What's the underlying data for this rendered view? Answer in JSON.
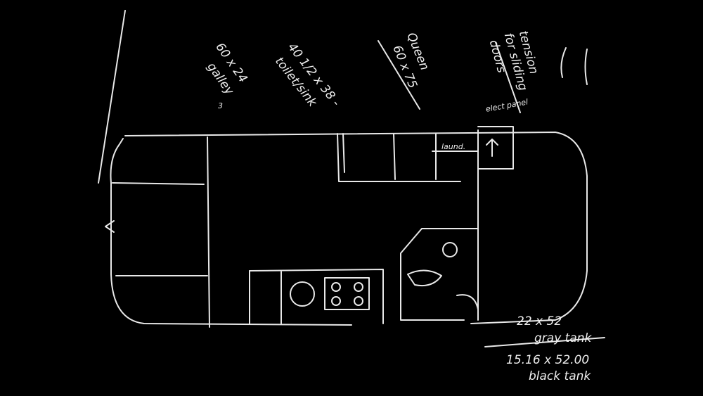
{
  "notes": {
    "galley": "60 x 24",
    "galley_label": "galley",
    "toilet": "40 1/2 x 38 -",
    "toilet_label": "toilet/sink",
    "bed": "Queen",
    "bed_size": "60 x 75",
    "door_note_1": "tension",
    "door_note_2": "for sliding",
    "door_note_3": "doors",
    "gray_tank_size": "22 x 52",
    "gray_tank_label": "gray tank",
    "black_tank_size": "15.16 x 52.00",
    "black_tank_label": "black tank",
    "laundry": "laund.",
    "marker_3": "3",
    "panel": "elect panel"
  },
  "colors": {
    "background": "#000000",
    "chalk": "#e8e8e8"
  }
}
